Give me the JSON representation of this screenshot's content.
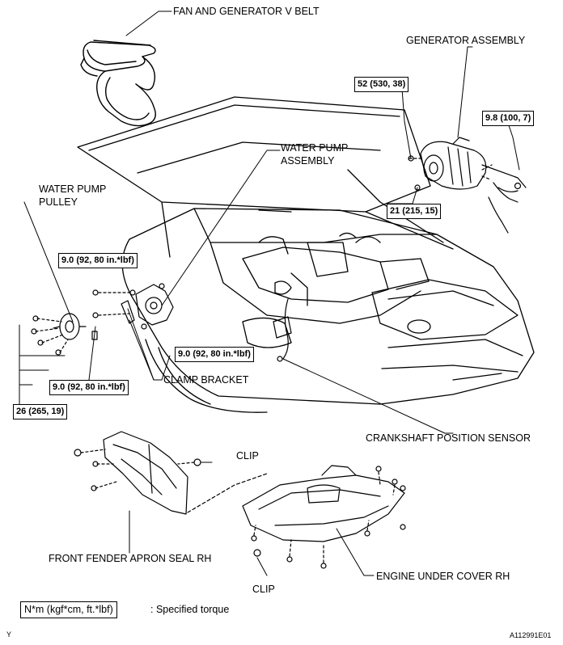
{
  "labels": {
    "fan_belt": "FAN AND GENERATOR V BELT",
    "generator": "GENERATOR ASSEMBLY",
    "water_pump_assembly_l1": "WATER PUMP",
    "water_pump_assembly_l2": "ASSEMBLY",
    "water_pump_pulley_l1": "WATER PUMP",
    "water_pump_pulley_l2": "PULLEY",
    "clamp_bracket": "CLAMP BRACKET",
    "crankshaft_sensor": "CRANKSHAFT POSITION SENSOR",
    "clip_top": "CLIP",
    "clip_bottom": "CLIP",
    "apron_seal": "FRONT FENDER APRON SEAL RH",
    "under_cover": "ENGINE UNDER COVER RH"
  },
  "torques": {
    "generator_bolt_upper": "52 (530, 38)",
    "generator_terminal": "9.8 (100, 7)",
    "generator_bolt_lower": "21 (215, 15)",
    "pump_upper": "9.0 (92, 80 in.*lbf)",
    "pump_right": "9.0 (92, 80 in.*lbf)",
    "pump_lower": "9.0 (92, 80 in.*lbf)",
    "pulley": "26 (265, 19)"
  },
  "legend": {
    "unit": "N*m (kgf*cm, ft.*lbf)",
    "text": ": Specified torque"
  },
  "footer": {
    "corner_mark": "Y",
    "figure_id": "A112991E01"
  }
}
